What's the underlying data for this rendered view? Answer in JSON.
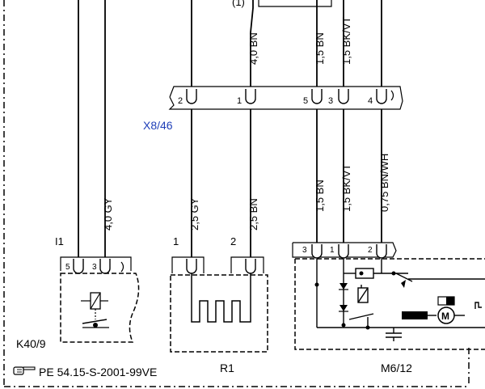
{
  "top": {
    "fragment_label": "(1)"
  },
  "connector_x8": {
    "name": "X8/46",
    "pins": [
      "2",
      "1",
      "5",
      "3",
      "4"
    ]
  },
  "wires_upper": [
    {
      "label": "4,0 BN"
    },
    {
      "label": "1,5 BN"
    },
    {
      "label": "1,5 BK/VT"
    }
  ],
  "wires_lower": [
    {
      "label": "4,0 GY"
    },
    {
      "label": "2,5 GY"
    },
    {
      "label": "2,5 BN"
    },
    {
      "label": "1,5 BN"
    },
    {
      "label": "1,5 BK/VT"
    },
    {
      "label": "0,75 BN/WH"
    }
  ],
  "k40": {
    "group_label": "I1",
    "pin_a": "5",
    "pin_b": "3",
    "name": "K40/9"
  },
  "r1": {
    "pin_a": "1",
    "pin_b": "2",
    "name": "R1"
  },
  "m6": {
    "pins": [
      "3",
      "1",
      "2"
    ],
    "name": "M6/12",
    "motor_symbol": "M"
  },
  "reference": {
    "icon": "pointing-hand-icon",
    "text": "PE 54.15-S-2001-99VE"
  }
}
